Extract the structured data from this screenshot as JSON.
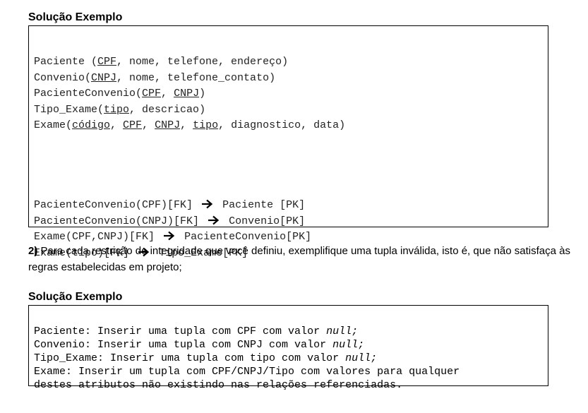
{
  "solution1": {
    "heading": "Solução Exemplo",
    "schema": [
      [
        {
          "t": "Paciente ("
        },
        {
          "t": "CPF",
          "u": true
        },
        {
          "t": ", nome, telefone, endereço)"
        }
      ],
      [
        {
          "t": "Convenio("
        },
        {
          "t": "CNPJ",
          "u": true
        },
        {
          "t": ", nome, telefone_contato)"
        }
      ],
      [
        {
          "t": "PacienteConvenio("
        },
        {
          "t": "CPF",
          "u": true
        },
        {
          "t": ", "
        },
        {
          "t": "CNPJ",
          "u": true
        },
        {
          "t": ")"
        }
      ],
      [
        {
          "t": "Tipo_Exame("
        },
        {
          "t": "tipo",
          "u": true
        },
        {
          "t": ", descricao)"
        }
      ],
      [
        {
          "t": "Exame("
        },
        {
          "t": "código",
          "u": true
        },
        {
          "t": ", "
        },
        {
          "t": "CPF",
          "u": true
        },
        {
          "t": ", "
        },
        {
          "t": "CNPJ",
          "u": true
        },
        {
          "t": ", "
        },
        {
          "t": "tipo",
          "u": true
        },
        {
          "t": ", diagnostico, data)"
        }
      ]
    ],
    "fks": [
      {
        "left": "PacienteConvenio(CPF)[FK]",
        "right": "Paciente [PK]"
      },
      {
        "left": "PacienteConvenio(CNPJ)[FK]",
        "right": "Convenio[PK]"
      },
      {
        "left": "Exame(CPF,CNPJ)[FK]",
        "right": "PacienteConvenio[PK]"
      },
      {
        "left": "Exame(tipo)[FK]",
        "right": "Tipo_Exame[PK]"
      }
    ]
  },
  "question2": {
    "number": "2)",
    "text": " Para cada restrição de integridade que você definiu, exemplifique uma tupla inválida, isto é, que não satisfaça às regras estabelecidas em projeto;"
  },
  "solution2": {
    "heading": "Solução Exemplo",
    "lines": [
      {
        "text": "Paciente: Inserir uma tupla com CPF com valor ",
        "italic": "null;"
      },
      {
        "text": "Convenio: Inserir uma tupla com CNPJ com valor ",
        "italic": "null;"
      },
      {
        "text": "Tipo_Exame: Inserir uma tupla com tipo com valor ",
        "italic": "null;"
      },
      {
        "text": "Exame: Inserir um tupla com CPF/CNPJ/Tipo com valores para qualquer",
        "italic": ""
      },
      {
        "text": "destes atributos não existindo nas relações referenciadas.",
        "italic": ""
      }
    ]
  }
}
